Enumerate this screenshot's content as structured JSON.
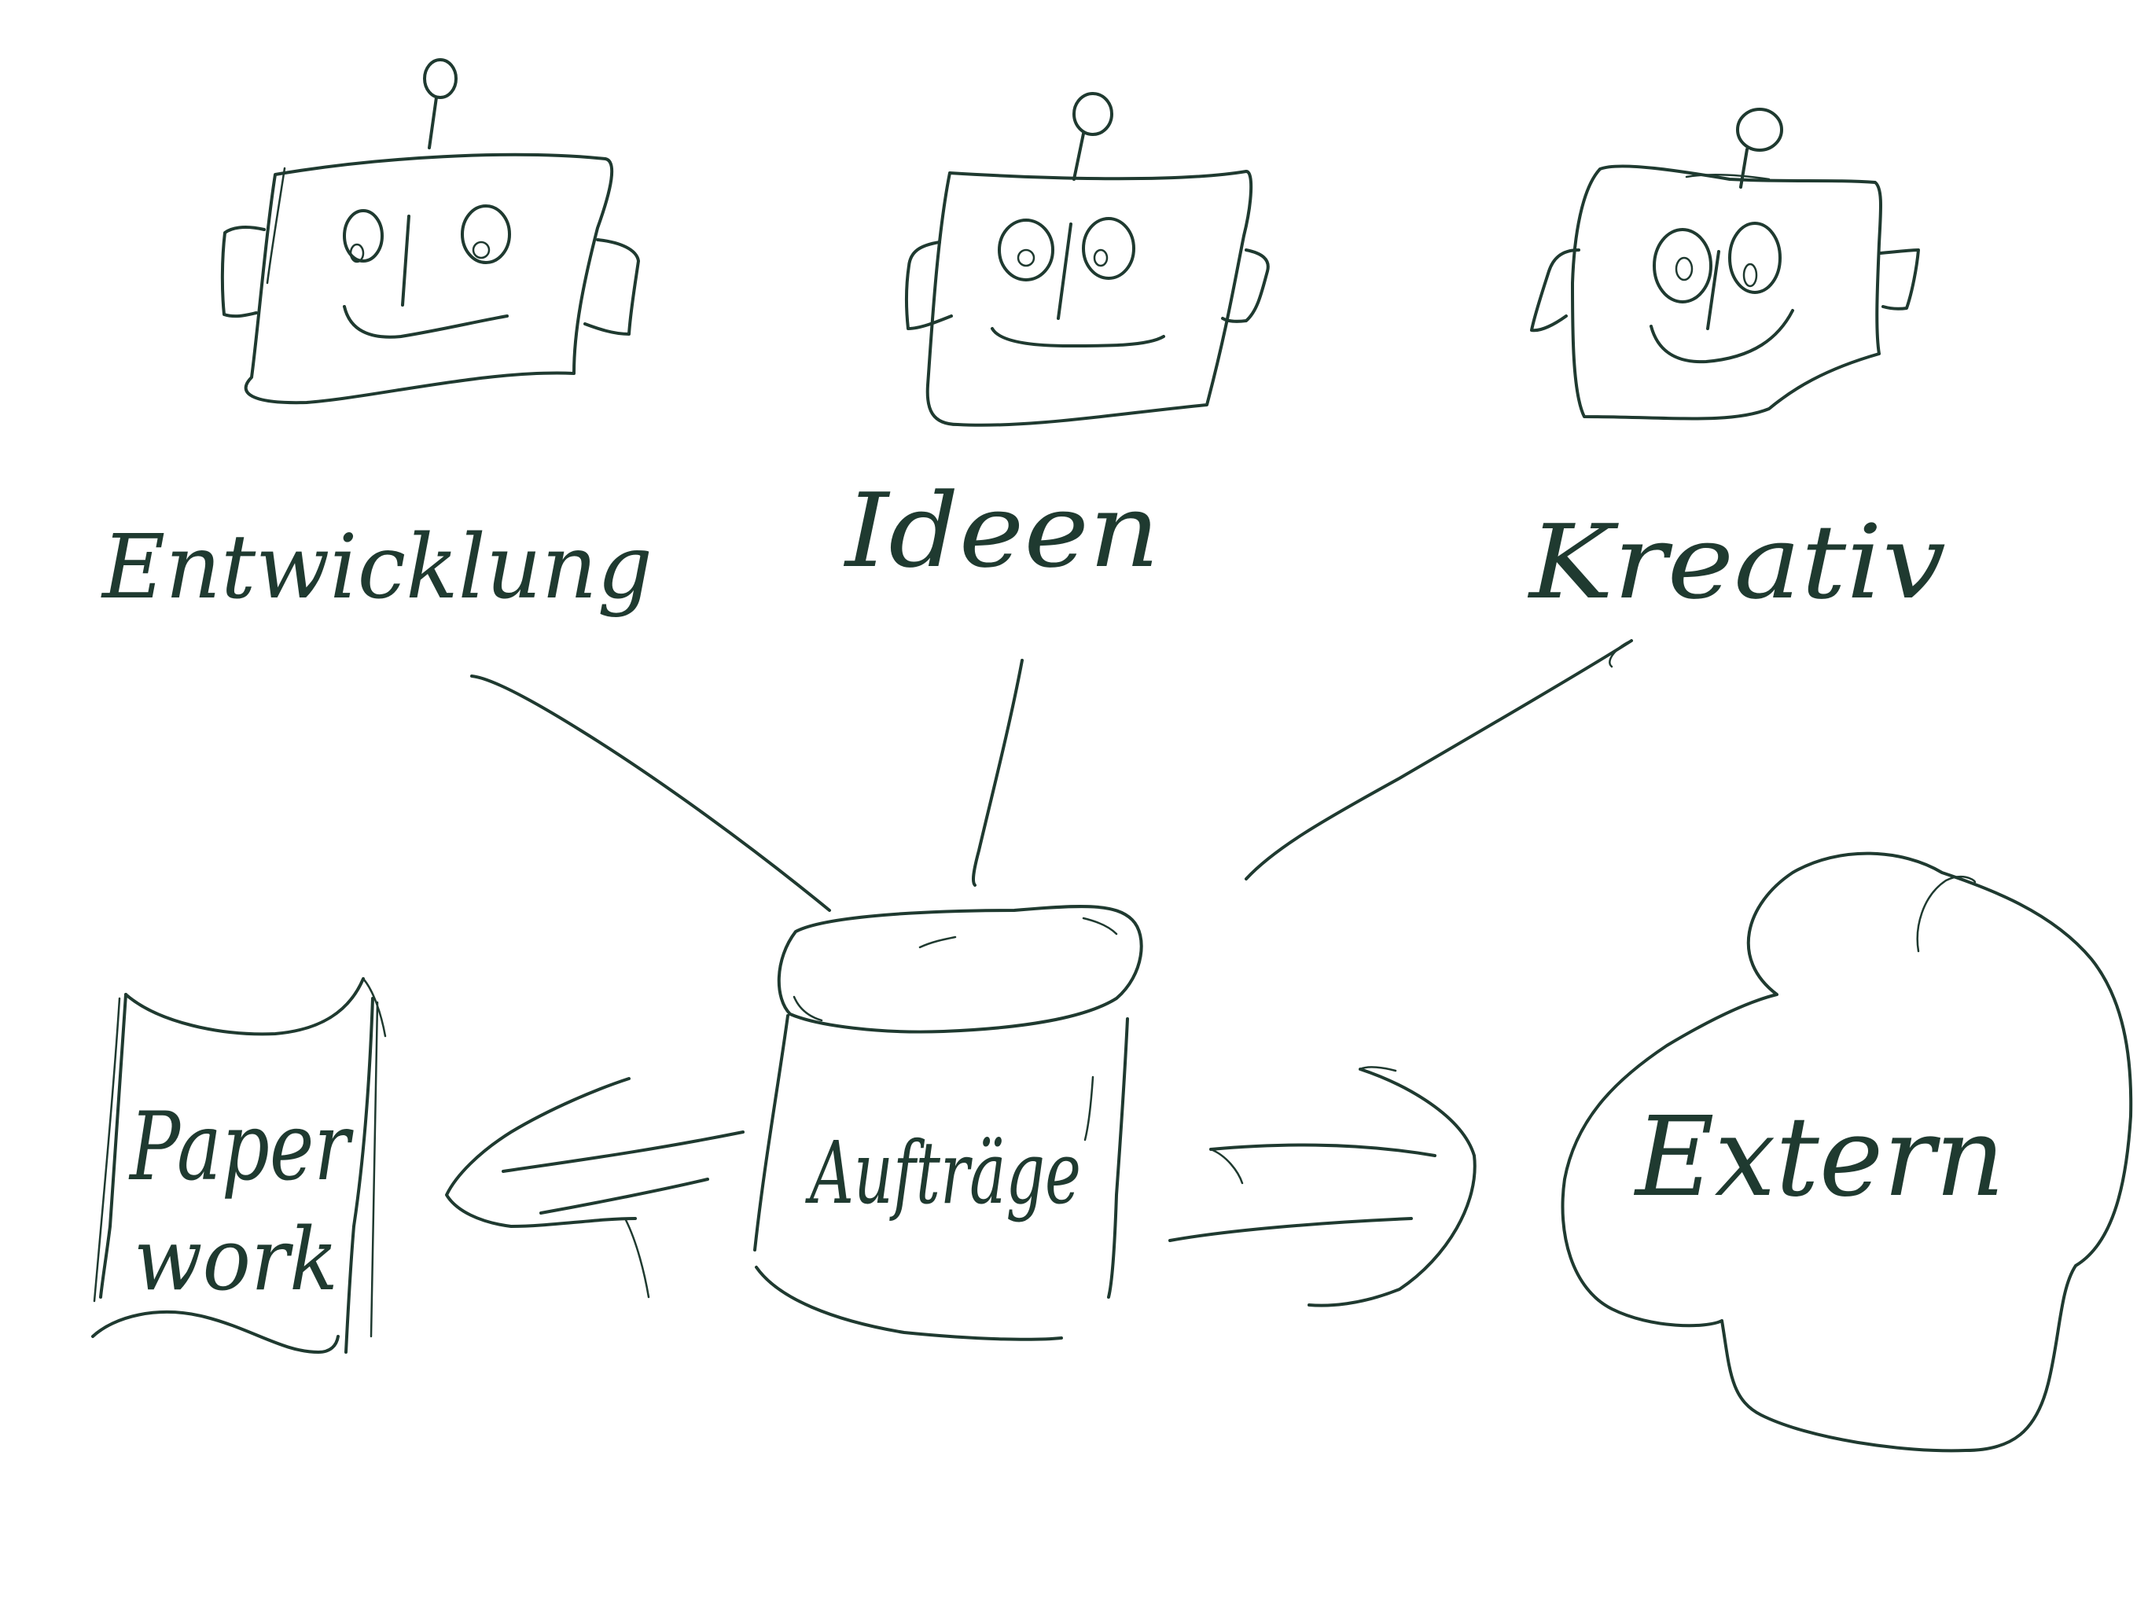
{
  "ink_color": "#1f3a30",
  "background": "#ffffff",
  "robots": [
    {
      "id": "left",
      "label": "Entwicklung"
    },
    {
      "id": "middle",
      "label": "Ideen"
    },
    {
      "id": "right",
      "label": "Kreativ"
    }
  ],
  "center": {
    "label": "Aufträge",
    "shape": "cylinder"
  },
  "left_node": {
    "label_line1": "Paper",
    "label_line2": "work",
    "shape": "scroll"
  },
  "right_node": {
    "label": "Extern",
    "shape": "cloud"
  },
  "connectors": [
    {
      "from": "robot-left",
      "to": "center"
    },
    {
      "from": "robot-middle",
      "to": "center"
    },
    {
      "from": "robot-right",
      "to": "center"
    },
    {
      "from": "center",
      "to": "left_node",
      "type": "arrow"
    },
    {
      "from": "center",
      "to": "right_node",
      "type": "arrow"
    }
  ]
}
